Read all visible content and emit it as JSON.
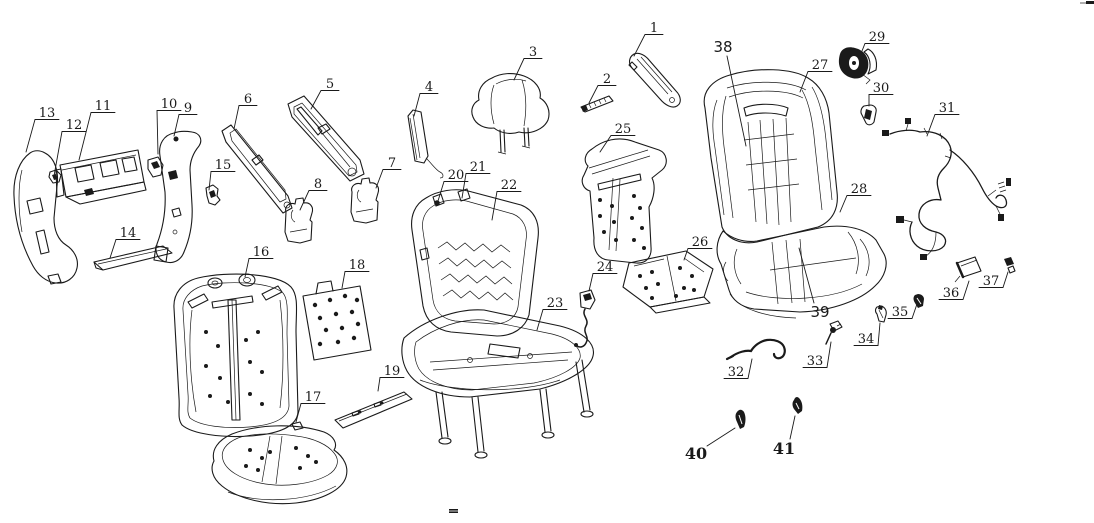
{
  "page": {
    "background_color": "#ffffff",
    "line_color": "#1a1a1a",
    "description_visible_text_only": true
  },
  "callouts": [
    {
      "text": "1"
    },
    {
      "text": "2"
    },
    {
      "text": "3"
    },
    {
      "text": "4"
    },
    {
      "text": "5"
    },
    {
      "text": "6"
    },
    {
      "text": "7"
    },
    {
      "text": "8"
    },
    {
      "text": "9"
    },
    {
      "text": "10"
    },
    {
      "text": "11"
    },
    {
      "text": "12"
    },
    {
      "text": "13"
    },
    {
      "text": "14"
    },
    {
      "text": "15"
    },
    {
      "text": "16"
    },
    {
      "text": "17"
    },
    {
      "text": "18"
    },
    {
      "text": "19"
    },
    {
      "text": "20"
    },
    {
      "text": "21"
    },
    {
      "text": "22"
    },
    {
      "text": "23"
    },
    {
      "text": "24"
    },
    {
      "text": "25"
    },
    {
      "text": "26"
    },
    {
      "text": "27"
    },
    {
      "text": "28"
    },
    {
      "text": "29"
    },
    {
      "text": "30"
    },
    {
      "text": "31"
    },
    {
      "text": "32"
    },
    {
      "text": "33"
    },
    {
      "text": "34"
    },
    {
      "text": "35"
    },
    {
      "text": "36"
    },
    {
      "text": "37"
    },
    {
      "text": "38"
    },
    {
      "text": "39"
    },
    {
      "text": "40"
    },
    {
      "text": "41"
    }
  ]
}
